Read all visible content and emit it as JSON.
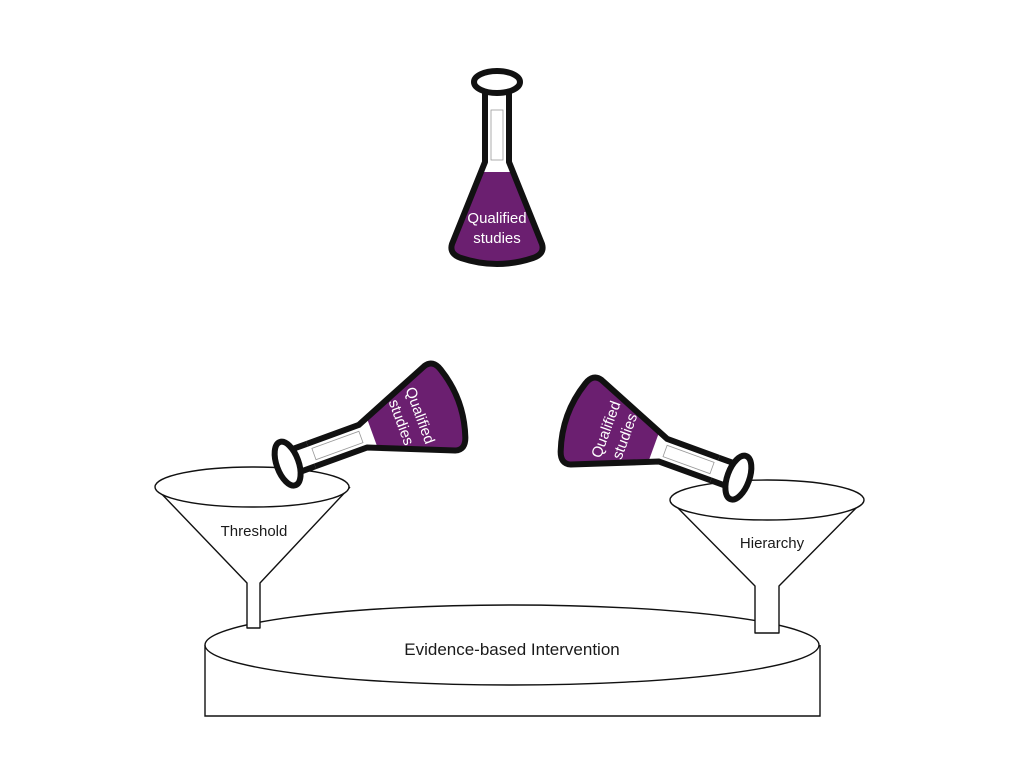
{
  "colors": {
    "liquid": "#6b1f70",
    "outline": "#111111",
    "background": "#ffffff"
  },
  "flasks": [
    {
      "line1": "Qualified",
      "line2": "studies"
    },
    {
      "line1": "Qualified",
      "line2": "studies"
    },
    {
      "line1": "Qualified",
      "line2": "studies"
    }
  ],
  "funnels": [
    {
      "label": "Threshold"
    },
    {
      "label": "Hierarchy"
    }
  ],
  "base": {
    "label": "Evidence-based Intervention"
  }
}
